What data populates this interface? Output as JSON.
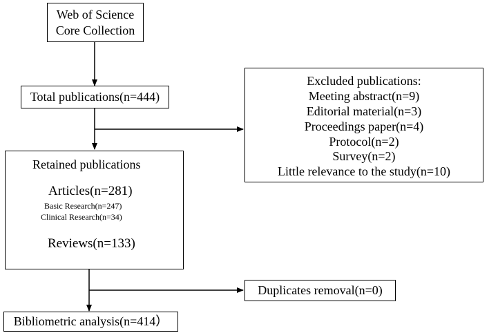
{
  "source": {
    "line1": "Web of Science",
    "line2": "Core Collection"
  },
  "total": {
    "label": "Total publications(n=444)"
  },
  "excluded": {
    "title": "Excluded publications:",
    "items": [
      "Meeting abstract(n=9)",
      "Editorial material(n=3)",
      "Proceedings paper(n=4)",
      "Protocol(n=2)",
      "Survey(n=2)",
      "Little relevance to the study(n=10)"
    ]
  },
  "retained": {
    "title": "Retained publications",
    "articles": "Articles(n=281)",
    "basic": "Basic Research(n=247)",
    "clinical": "Clinical Research(n=34)",
    "reviews": "Reviews(n=133)"
  },
  "duplicates": {
    "label": "Duplicates removal(n=0)"
  },
  "final": {
    "label": "Bibliometric analysis(n=414）"
  }
}
